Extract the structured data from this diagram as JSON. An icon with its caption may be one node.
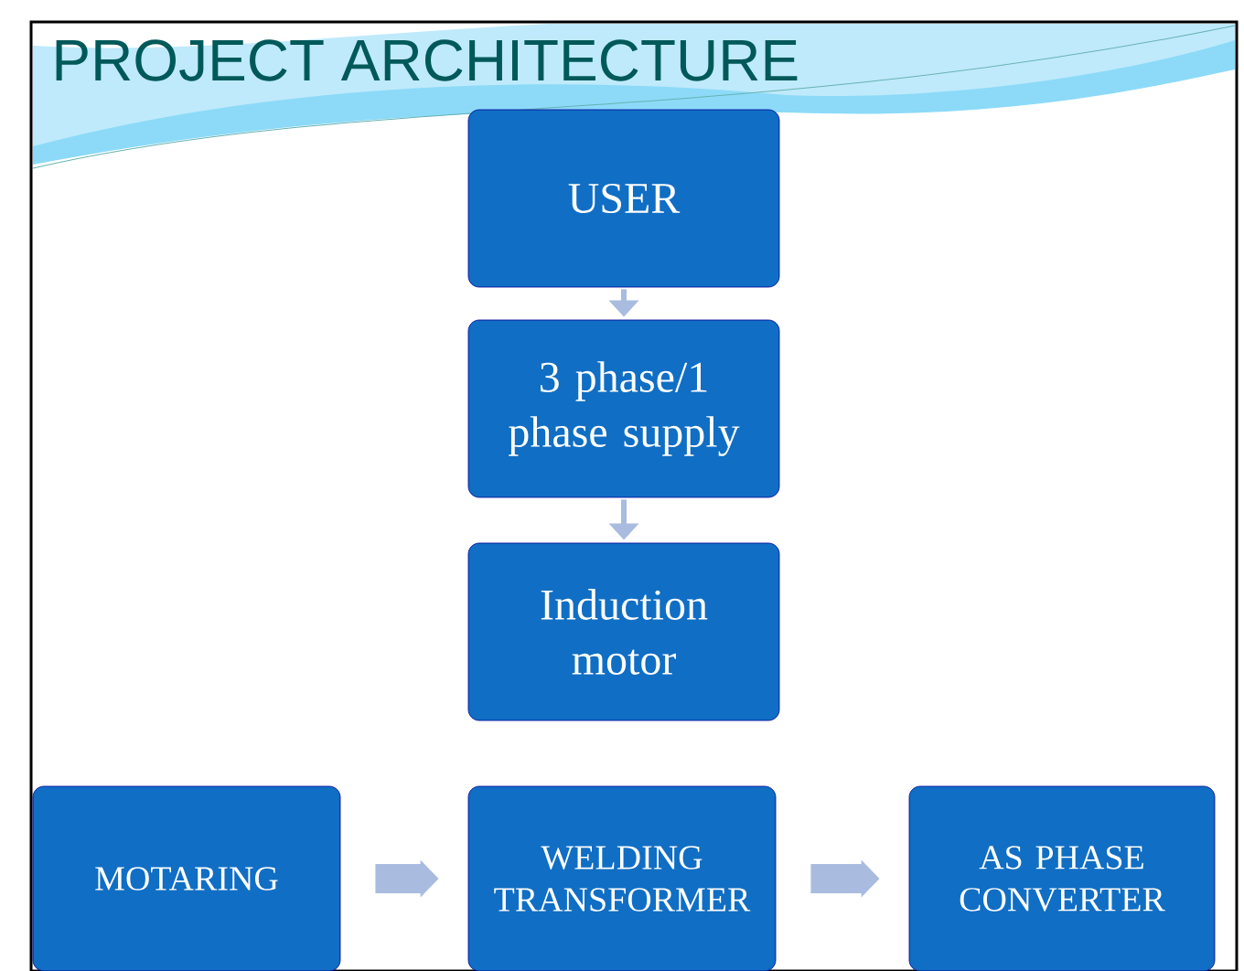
{
  "diagram": {
    "title": "PROJECT ARCHITECTURE",
    "nodes": [
      {
        "text": [
          "USER"
        ]
      },
      {
        "text": [
          "3 phase/1 phase supply"
        ]
      },
      {
        "text": [
          "Induction motor"
        ]
      },
      {
        "text": [
          "MOTARING"
        ]
      },
      {
        "text": [
          "WELDING TRANSFORMER"
        ]
      },
      {
        "text": [
          "AS PHASE CONVERTER"
        ]
      }
    ],
    "edges": [
      {
        "from": 0,
        "to": 1,
        "arrow": "to"
      },
      {
        "from": 1,
        "to": 2,
        "arrow": "to"
      },
      {
        "from": 3,
        "to": 4,
        "arrow": "to",
        "style": "thick"
      },
      {
        "from": 4,
        "to": 5,
        "arrow": "to",
        "style": "thick"
      }
    ]
  }
}
